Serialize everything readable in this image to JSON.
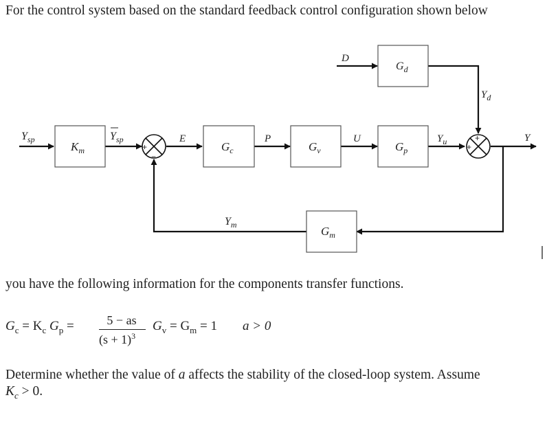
{
  "text": {
    "intro": "For the control system based on the standard feedback control configuration shown below",
    "info": "you have the following information for the components transfer functions.",
    "question_line1_pre": "Determine whether the value of ",
    "question_var": "a",
    "question_line1_post": " affects the stability of the closed-loop system. Assume",
    "question_line2_var": "K",
    "question_line2_sub": "c",
    "question_line2_rest": " > 0."
  },
  "diagram": {
    "blocks": {
      "km": "K",
      "km_sub": "m",
      "gc": "G",
      "gc_sub": "c",
      "gv": "G",
      "gv_sub": "v",
      "gp": "G",
      "gp_sub": "p",
      "gd": "G",
      "gd_sub": "d",
      "gm": "G",
      "gm_sub": "m"
    },
    "signals": {
      "ysp": "Y",
      "ysp_sub": "sp",
      "ysp_tilde": "Y",
      "ysp_tilde_sub": "sp",
      "e": "E",
      "p": "P",
      "u": "U",
      "d": "D",
      "yu": "Y",
      "yu_sub": "u",
      "yd": "Y",
      "yd_sub": "d",
      "y": "Y",
      "ym": "Y",
      "ym_sub": "m"
    },
    "signs": {
      "plus1": "+",
      "minus1": "−",
      "plus2": "+",
      "plus3": "+"
    }
  },
  "formula": {
    "gc_eq": "= K",
    "gp_eq": "G",
    "numerator": "5 − as",
    "denominator": "(s + 1)",
    "denominator_exp": "3",
    "rest": "= G",
    "rest2": "= 1",
    "cond": "a > 0"
  }
}
